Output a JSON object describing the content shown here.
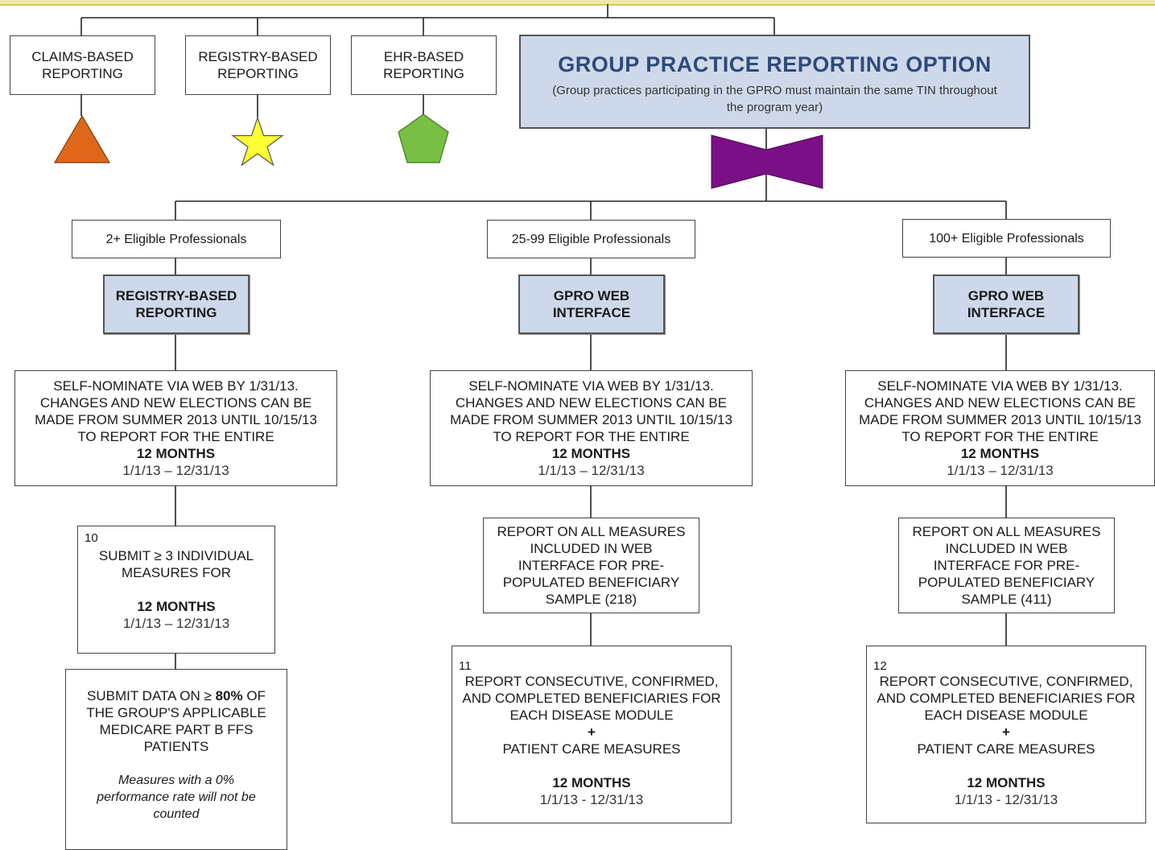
{
  "top_boxes": {
    "claims": "CLAIMS-BASED REPORTING",
    "registry": "REGISTRY-BASED REPORTING",
    "ehr": "EHR-BASED REPORTING"
  },
  "gpro": {
    "title": "GROUP PRACTICE REPORTING OPTION",
    "subtitle": "(Group practices participating in the GPRO must maintain the same TIN throughout the program year)"
  },
  "columns": [
    {
      "tier": "2+ Eligible Professionals",
      "method": "REGISTRY-BASED REPORTING",
      "nominate": "SELF-NOMINATE VIA WEB BY 1/31/13. CHANGES AND NEW  ELECTIONS CAN BE MADE FROM SUMMER 2013 UNTIL 10/15/13 TO REPORT FOR THE ENTIRE",
      "period": "12 MONTHS",
      "dates": "1/1/13 – 12/31/13"
    },
    {
      "tier": "25-99 Eligible Professionals",
      "method": "GPRO WEB INTERFACE",
      "nominate": "SELF-NOMINATE VIA WEB BY 1/31/13. CHANGES AND NEW  ELECTIONS CAN BE MADE FROM SUMMER 2013 UNTIL 10/15/13 TO REPORT FOR THE ENTIRE",
      "period": "12 MONTHS",
      "dates": "1/1/13 – 12/31/13"
    },
    {
      "tier": "100+ Eligible Professionals",
      "method": "GPRO WEB INTERFACE",
      "nominate": "SELF-NOMINATE VIA WEB BY 1/31/13. CHANGES AND NEW  ELECTIONS CAN BE MADE FROM SUMMER 2013 UNTIL 10/15/13 TO REPORT FOR THE ENTIRE",
      "period": "12 MONTHS",
      "dates": "1/1/13 – 12/31/13"
    }
  ],
  "col1": {
    "num": "10",
    "submit": "SUBMIT ≥ 3 INDIVIDUAL MEASURES FOR",
    "period": "12 MONTHS",
    "dates": "1/1/13 – 12/31/13",
    "data_line1": "SUBMIT DATA ON ≥",
    "data_pct": "80%",
    "data_line2": "OF THE GROUP'S APPLICABLE MEDICARE PART B FFS PATIENTS",
    "note": "Measures with a 0% performance rate will not be counted"
  },
  "col2": {
    "report_all": "REPORT ON ALL MEASURES INCLUDED IN WEB INTERFACE FOR PRE-POPULATED BENEFICIARY SAMPLE (218)",
    "num": "11",
    "consecutive": "REPORT CONSECUTIVE, CONFIRMED, AND COMPLETED BENEFICIARIES FOR EACH DISEASE MODULE",
    "plus": "+",
    "patient": "PATIENT CARE MEASURES",
    "period": "12 MONTHS",
    "dates": "1/1/13 - 12/31/13"
  },
  "col3": {
    "report_all": "REPORT ON ALL MEASURES INCLUDED IN WEB INTERFACE FOR PRE-POPULATED BENEFICIARY SAMPLE (411)",
    "num": "12",
    "consecutive": "REPORT CONSECUTIVE, CONFIRMED, AND COMPLETED BENEFICIARIES FOR EACH DISEASE MODULE",
    "plus": "+",
    "patient": "PATIENT CARE MEASURES",
    "period": "12 MONTHS",
    "dates": "1/1/13 - 12/31/13"
  },
  "colors": {
    "triangle": "#e0661a",
    "star": "#ffff33",
    "pentagon": "#77c043",
    "bowtie": "#7a0f86",
    "blue_box": "#cdd9ea"
  }
}
